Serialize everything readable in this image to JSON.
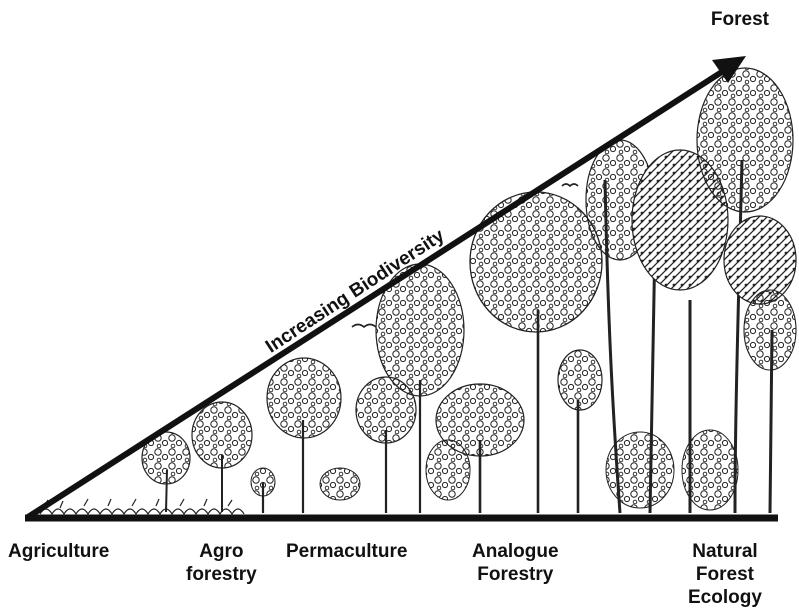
{
  "top_label": "Forest",
  "diagonal_label": "Increasing Biodiversity",
  "stages": [
    {
      "lines": [
        "Agriculture"
      ]
    },
    {
      "lines": [
        "Agro",
        "forestry"
      ]
    },
    {
      "lines": [
        "Permaculture"
      ]
    },
    {
      "lines": [
        "Analogue",
        "Forestry"
      ]
    },
    {
      "lines": [
        "Natural",
        "Forest",
        "Ecology"
      ]
    }
  ],
  "colors": {
    "ink": "#111111",
    "background": "#ffffff"
  }
}
